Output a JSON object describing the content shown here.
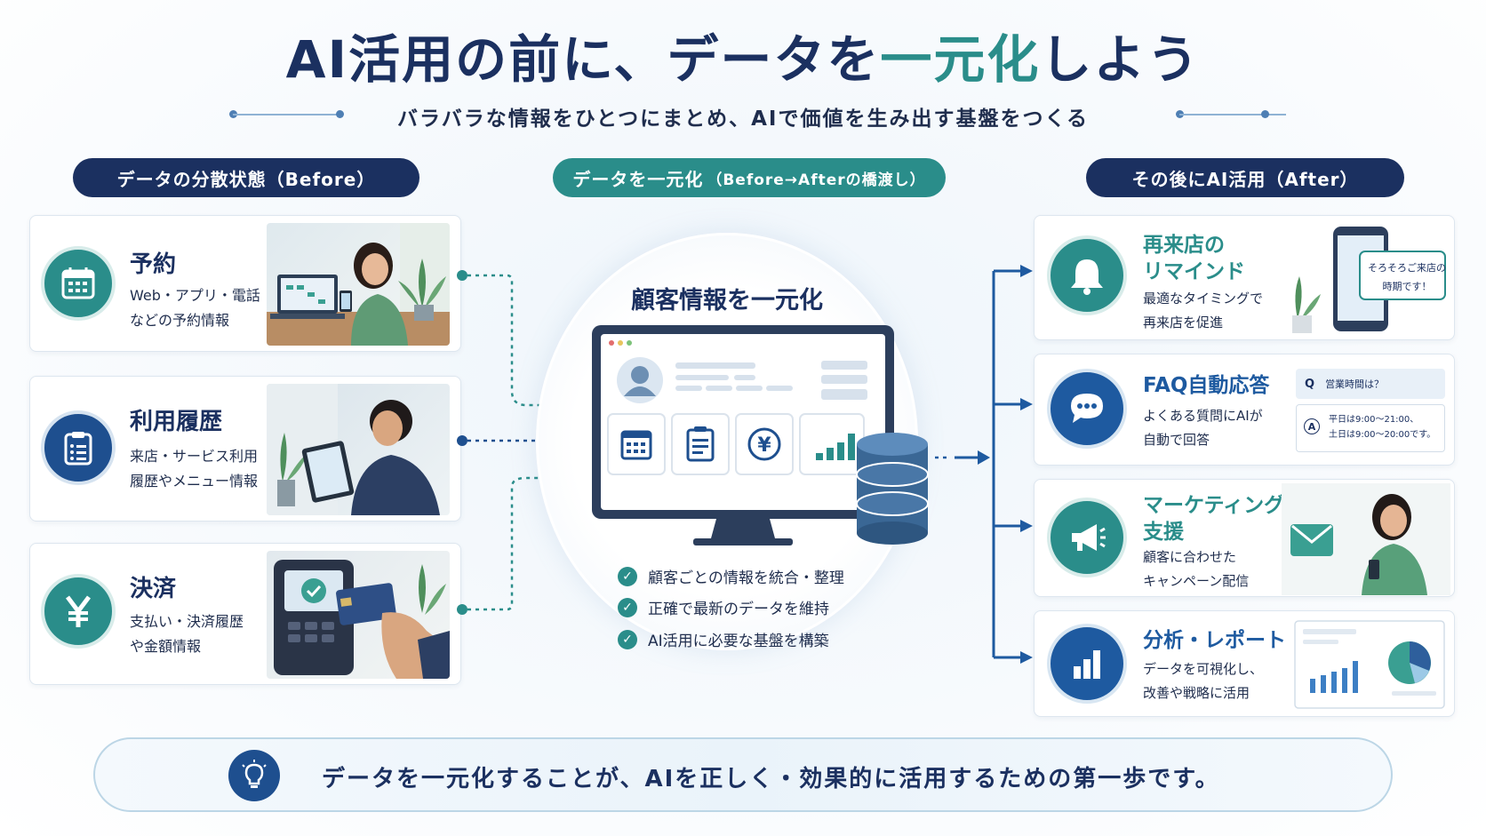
{
  "title": {
    "main": "AI活用の前に、データを",
    "accent": "一元化",
    "tail": "しよう"
  },
  "subtitle": "バラバラな情報をひとつにまとめ、AIで価値を生み出す基盤をつくる",
  "columns": {
    "before": "データの分散状態（Before）",
    "middle_main": "データを一元化",
    "middle_small": "（Before→Afterの橋渡し）",
    "after": "その後にAI活用（After）"
  },
  "before_cards": [
    {
      "title": "予約",
      "desc1": "Web・アプリ・電話",
      "desc2": "などの予約情報",
      "icon": "calendar-icon"
    },
    {
      "title": "利用履歴",
      "desc1": "来店・サービス利用",
      "desc2": "履歴やメニュー情報",
      "icon": "clipboard-icon"
    },
    {
      "title": "決済",
      "desc1": "支払い・決済履歴",
      "desc2": "や金額情報",
      "icon": "yen-icon"
    }
  ],
  "center": {
    "title": "顧客情報を一元化",
    "checks": [
      "顧客ごとの情報を統合・整理",
      "正確で最新のデータを維持",
      "AI活用に必要な基盤を構築"
    ],
    "yen_symbol": "¥"
  },
  "after_cards": [
    {
      "title1": "再来店の",
      "title2": "リマインド",
      "desc1": "最適なタイミングで",
      "desc2": "再来店を促進",
      "bubble1": "そろそろご来店の",
      "bubble2": "時期です！",
      "icon": "bell-icon"
    },
    {
      "title1": "FAQ自動応答",
      "title2": "",
      "desc1": "よくある質問にAIが",
      "desc2": "自動で回答",
      "q_label": "Q",
      "q_text": "営業時間は？",
      "a_label": "A",
      "a_text1": "平日は9:00～21:00、",
      "a_text2": "土日は9:00～20:00です。",
      "icon": "chat-icon"
    },
    {
      "title1": "マーケティング",
      "title2": "支援",
      "desc1": "顧客に合わせた",
      "desc2": "キャンペーン配信",
      "icon": "megaphone-icon"
    },
    {
      "title1": "分析・レポート",
      "title2": "",
      "desc1": "データを可視化し、",
      "desc2": "改善や戦略に活用",
      "icon": "bar-chart-icon"
    }
  ],
  "footer": "データを一元化することが、AIを正しく・効果的に活用するための第一歩です。",
  "colors": {
    "navy": "#1b3060",
    "teal": "#2a8d8a",
    "blue": "#1e5aa0"
  }
}
